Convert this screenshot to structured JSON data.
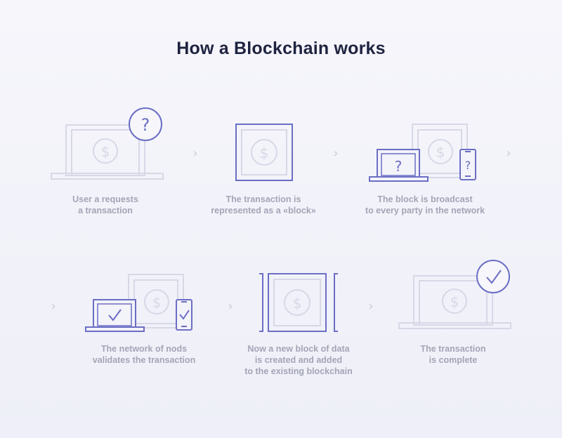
{
  "title": "How a Blockchain works",
  "colors": {
    "accent": "#6b6ec4",
    "light": "#d7d8e6",
    "caption": "#a3a5b6",
    "title": "#1f2340"
  },
  "steps": [
    {
      "caption": [
        "User a requests",
        "a transaction"
      ],
      "icon": "laptop-question-icon"
    },
    {
      "caption": [
        "The transaction is",
        "represented as a «block»"
      ],
      "icon": "block-dollar-icon"
    },
    {
      "caption": [
        "The block is broadcast",
        "to every party in the network"
      ],
      "icon": "network-broadcast-icon"
    },
    {
      "caption": [
        "The network of nods",
        "validates the transaction"
      ],
      "icon": "network-validate-icon"
    },
    {
      "caption": [
        "Now a new block of data",
        "is created and added",
        "to the existing blockchain"
      ],
      "icon": "chain-block-icon"
    },
    {
      "caption": [
        "The transaction",
        "is complete"
      ],
      "icon": "laptop-check-icon"
    }
  ],
  "glyphs": {
    "dollar": "$",
    "question": "?"
  }
}
